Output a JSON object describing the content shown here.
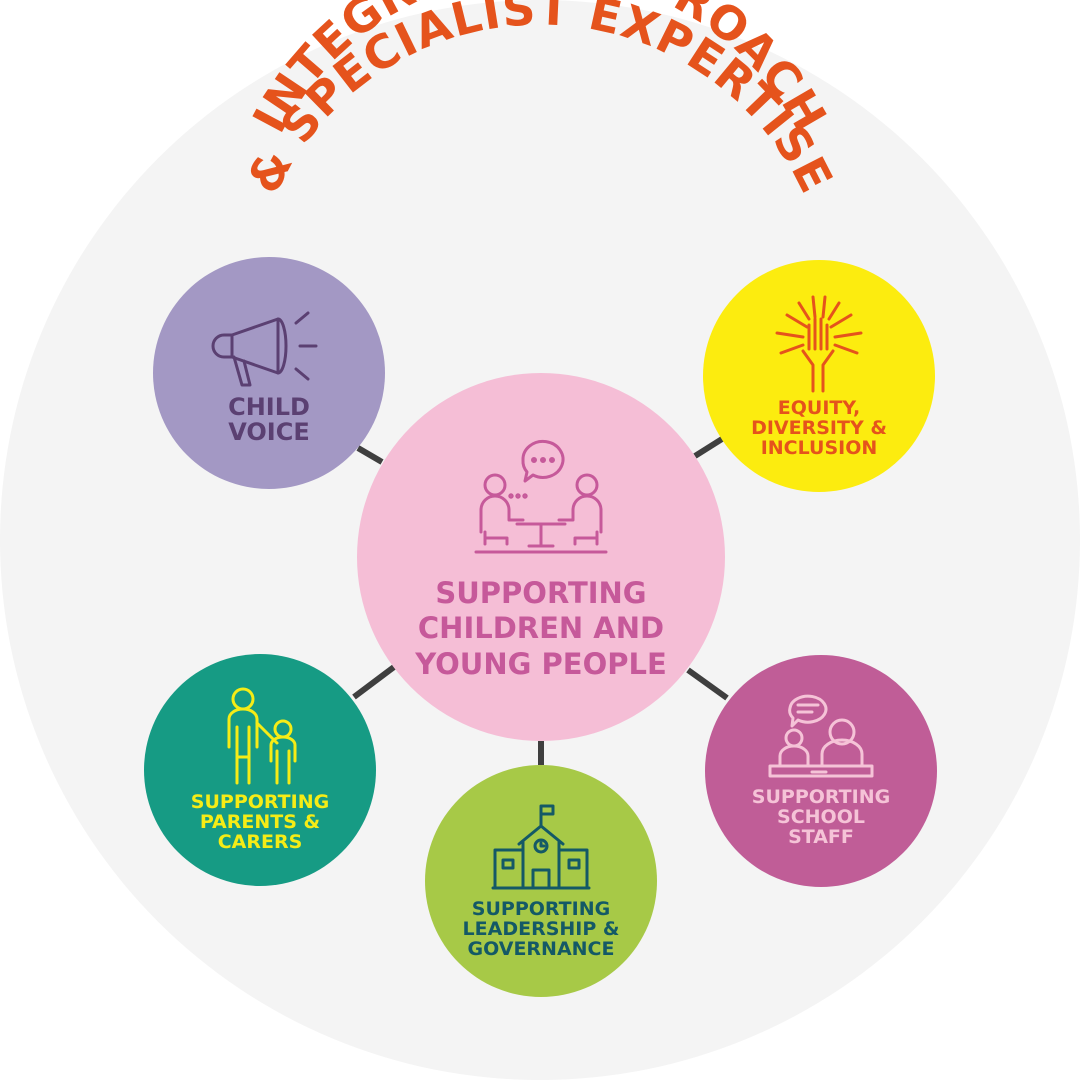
{
  "title": {
    "line1": "INTEGRATED APPROACH",
    "line2": "& SPECIALIST EXPERTISE"
  },
  "center": {
    "icon": "meeting-table-icon",
    "lines": [
      "SUPPORTING",
      "CHILDREN AND",
      "YOUNG PEOPLE"
    ]
  },
  "nodes": {
    "child_voice": {
      "icon": "megaphone-icon",
      "lines": [
        "CHILD",
        "VOICE"
      ]
    },
    "equity": {
      "icon": "hands-together-icon",
      "lines": [
        "EQUITY,",
        "DIVERSITY &",
        "INCLUSION"
      ]
    },
    "parents": {
      "icon": "parent-child-icon",
      "lines": [
        "SUPPORTING",
        "PARENTS &",
        "CARERS"
      ]
    },
    "leadership": {
      "icon": "school-building-icon",
      "lines": [
        "SUPPORTING",
        "LEADERSHIP &",
        "GOVERNANCE"
      ]
    },
    "staff": {
      "icon": "staff-conversation-icon",
      "lines": [
        "SUPPORTING",
        "SCHOOL",
        "STAFF"
      ]
    }
  },
  "colors": {
    "background": "#f4f4f4",
    "title": "#e5531c",
    "connector": "#3f3f3f",
    "center": "#f5bed6",
    "child_voice": "#a398c4",
    "equity": "#fcec0f",
    "parents": "#169b84",
    "leadership": "#a7c947",
    "staff": "#c05d97"
  }
}
